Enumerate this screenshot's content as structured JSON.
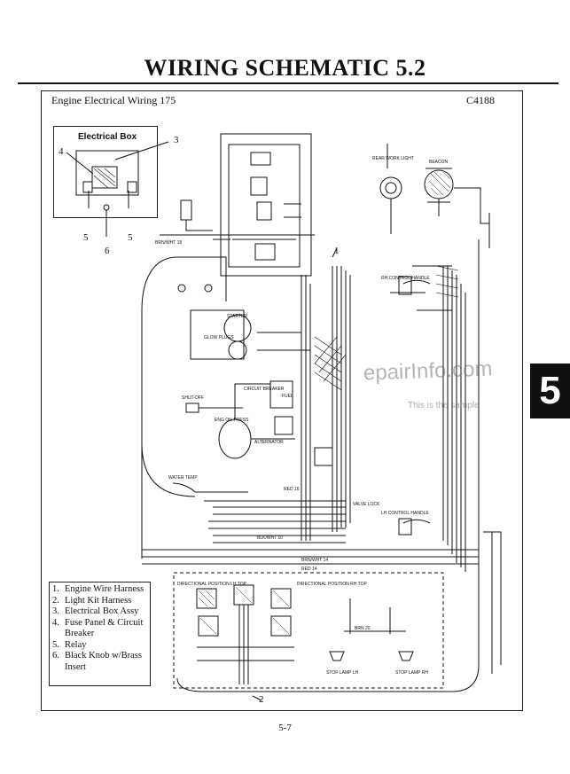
{
  "page": {
    "title": "WIRING SCHEMATIC 5.2",
    "header_left": "Engine Electrical Wiring 175",
    "header_right": "C4188",
    "page_number": "5-7",
    "section_tab": "5",
    "watermark": "epairInfo.com",
    "watermark_sub": "This is the sample"
  },
  "electrical_box": {
    "title": "Electrical Box"
  },
  "callouts": {
    "c1": "1",
    "c2": "2",
    "c3": "3",
    "c4": "4",
    "c5a": "5",
    "c5b": "5",
    "c6": "6"
  },
  "legend": [
    {
      "num": "1.",
      "text": "Engine Wire Harness"
    },
    {
      "num": "2.",
      "text": "Light Kit Harness"
    },
    {
      "num": "3.",
      "text": "Electrical  Box Assy"
    },
    {
      "num": "4.",
      "text": "Fuse Panel & Circuit Breaker"
    },
    {
      "num": "5.",
      "text": "Relay"
    },
    {
      "num": "6.",
      "text": "Black Knob w/Brass Insert"
    }
  ],
  "labels": {
    "glow_plugs": "GLOW PLUGS",
    "starter": "STARTER",
    "alternator": "ALTERNATOR",
    "circuit_breaker": "CIRCUIT BREAKER",
    "fuel": "FUEL",
    "shut_off": "SHUT-OFF",
    "eng_oil_press": "ENG OIL PRESS",
    "water_temp": "WATER TEMP",
    "valve_lock": "VALVE LOCK",
    "rh_control_handle": "RH CONTROL HANDLE",
    "lh_control_handle": "LH CONTROL HANDLE",
    "rear_work_light": "REAR WORK LIGHT",
    "beacon": "BEACON",
    "stop_lamp_lh": "STOP LAMP LH",
    "stop_lamp_rh": "STOP LAMP RH",
    "directional_lh": "DIRECTIONAL POSITION LH TOP",
    "directional_rh": "DIRECTIONAL POSITION RH TOP",
    "brn_white_18": "BRN/WHT 18",
    "red_16": "RED 16",
    "red_14": "RED 14",
    "brn_wht_14": "BRN/WHT 14",
    "blk_wht_10": "BLK/WHT 10",
    "brn_20": "BRN 20"
  },
  "colors": {
    "ink": "#111111",
    "tab_bg": "#111111",
    "watermark": "#5a5a5a"
  }
}
